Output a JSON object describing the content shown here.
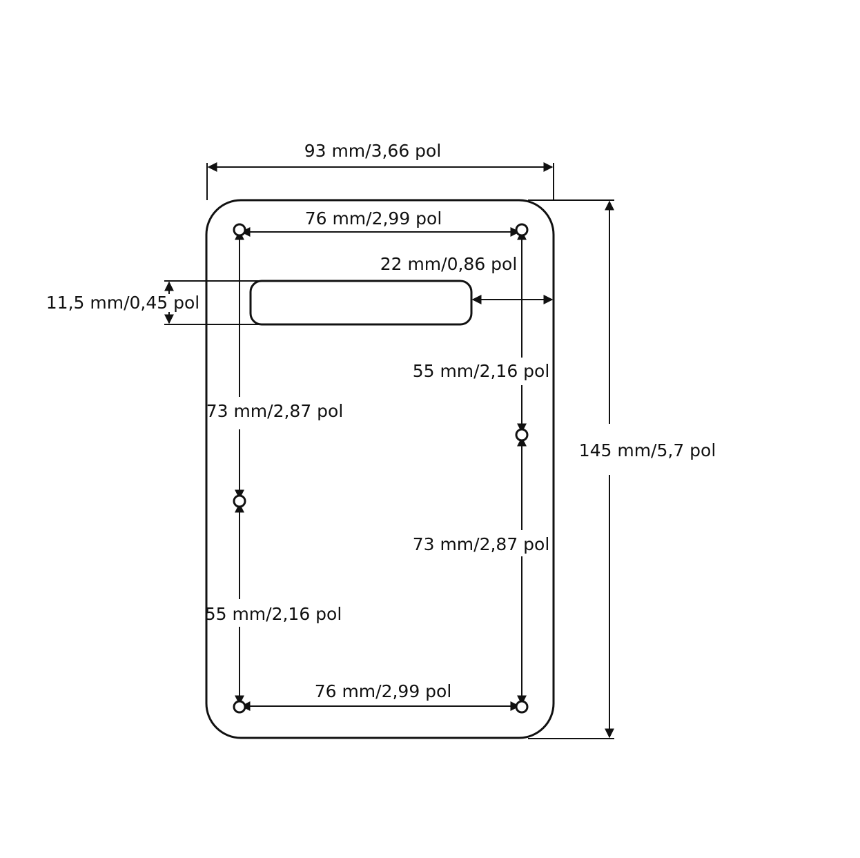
{
  "diagram": {
    "overall_width_label": "93 mm/3,66 pol",
    "overall_height_label": "145 mm/5,7 pol",
    "top_hole_spacing_label": "76 mm/2,99 pol",
    "bottom_hole_spacing_label": "76 mm/2,99 pol",
    "slot_height_label": "11,5 mm/0,45 pol",
    "slot_to_edge_label": "22 mm/0,86 pol",
    "right_upper_spacing_label": "55 mm/2,16 pol",
    "right_lower_spacing_label": "73 mm/2,87 pol",
    "left_upper_spacing_label": "73 mm/2,87 pol",
    "left_lower_spacing_label": "55 mm/2,16 pol",
    "line_color": "#111111",
    "background_color": "#ffffff"
  }
}
